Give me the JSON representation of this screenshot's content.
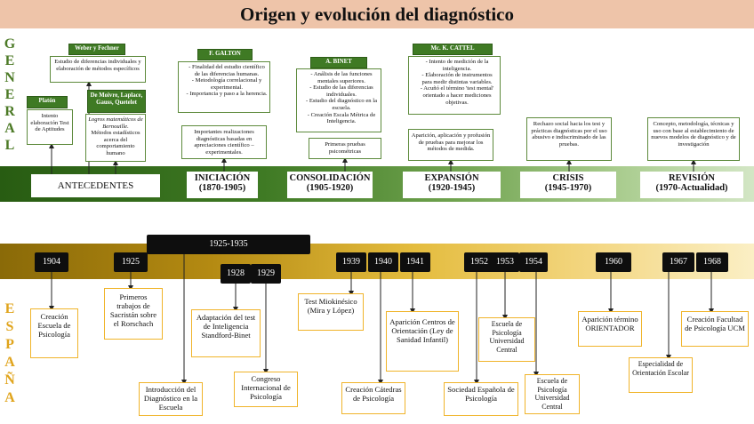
{
  "title": "Origen y evolución del diagnóstico",
  "side_general": [
    "G",
    "E",
    "N",
    "E",
    "R",
    "A",
    "L"
  ],
  "side_espana": [
    "E",
    "S",
    "P",
    "A",
    "Ñ",
    "A"
  ],
  "stages": [
    {
      "name": "ANTECEDENTES",
      "years": ""
    },
    {
      "name": "INICIACIÓN",
      "years": "(1870-1905)"
    },
    {
      "name": "CONSOLIDACIÓN",
      "years": "(1905-1920)"
    },
    {
      "name": "EXPANSIÓN",
      "years": "(1920-1945)"
    },
    {
      "name": "CRISIS",
      "years": "(1945-1970)"
    },
    {
      "name": "REVISIÓN",
      "years": "(1970-Actualidad)"
    }
  ],
  "general": {
    "platon": {
      "head": "Platón",
      "text": "Intento elaboración Test de Aptitudes"
    },
    "weber": {
      "head": "Weber y Fechner",
      "text": "Estudio de diferencias individuales y elaboración de métodos específicos"
    },
    "moivre": {
      "head": "De Moivre, Laplace, Gauss, Quetelet",
      "logros": "Logros matemáticos de Bernouille.",
      "text": "Métodos estadísticos acerca del comportamiento humano"
    },
    "galton": {
      "head": "F. GALTON",
      "items": [
        "Finalidad del estudio científico de las diferencias humanas.",
        "Metodología correlacional y experimental.",
        "Importancia y paso a la herencia."
      ],
      "bottom": "Importantes realizaciones diagnósticas basadas en apreciaciones científico – experimentales."
    },
    "binet": {
      "head": "A. BINET",
      "items": [
        "Análisis de las funciones mentales superiores.",
        "Estudio de las diferencias individuales.",
        "Estudio del diagnóstico en la escuela.",
        "Creación Escala Métrica de Inteligencia."
      ],
      "bottom": "Primeras pruebas psicométricas"
    },
    "cattel": {
      "head": "Mc. K. CATTEL",
      "items": [
        "Intento de medición de la inteligencia.",
        "Elaboración de instrumentos para medir distintas variables.",
        "Acuñó el término 'test mental' orientado a hacer mediciones objetivas."
      ],
      "bottom": "Aparición, aplicación y profusión de pruebas para mejorar los métodos de medida."
    },
    "crisis": {
      "text": "Rechazo social hacia los test y prácticas diagnósticas por el uso abusivo e indiscriminado de las pruebas."
    },
    "revision": {
      "text": "Concepto, metodología, técnicas y uso con base al establecimiento de nuevos modelos de diagnóstico y de investigación"
    }
  },
  "years": [
    "1904",
    "1925",
    "1928",
    "1929",
    "1939",
    "1940",
    "1941",
    "1952",
    "1953",
    "1954",
    "1960",
    "1967",
    "1968"
  ],
  "range": "1925-1935",
  "espana": {
    "e1904": "Creación Escuela de Psicología",
    "e1925": "Primeros trabajos de Sacristán sobre el Rorschach",
    "e1925b": "Introducción del Diagnóstico en la Escuela",
    "e1928": "Adaptación del test de Inteligencia Standford-Binet",
    "e1929": "Congreso Internacional de Psicología",
    "e1939": "Test Miokinésico (Mira y López)",
    "e1940": "Creación Cátedras de Psicología",
    "e1941": "Aparición Centros de Orientación (Ley de Sanidad Infantil)",
    "e1952": "Sociedad Española de Psicología",
    "e1953": "Escuela de Psicología Universidad Central",
    "e1954": "Escuela de Psicología Universidad Central",
    "e1960": "Aparición término ORIENTADOR",
    "e1967": "Especialidad de Orientación Escolar",
    "e1968": "Creación Facultad de Psicología UCM"
  },
  "colors": {
    "green_dark": "#285c12",
    "green_head": "#3f7a24",
    "gold": "#e0a41c",
    "box_border": "#f0b42a",
    "title_bg": "#eec4a9"
  }
}
